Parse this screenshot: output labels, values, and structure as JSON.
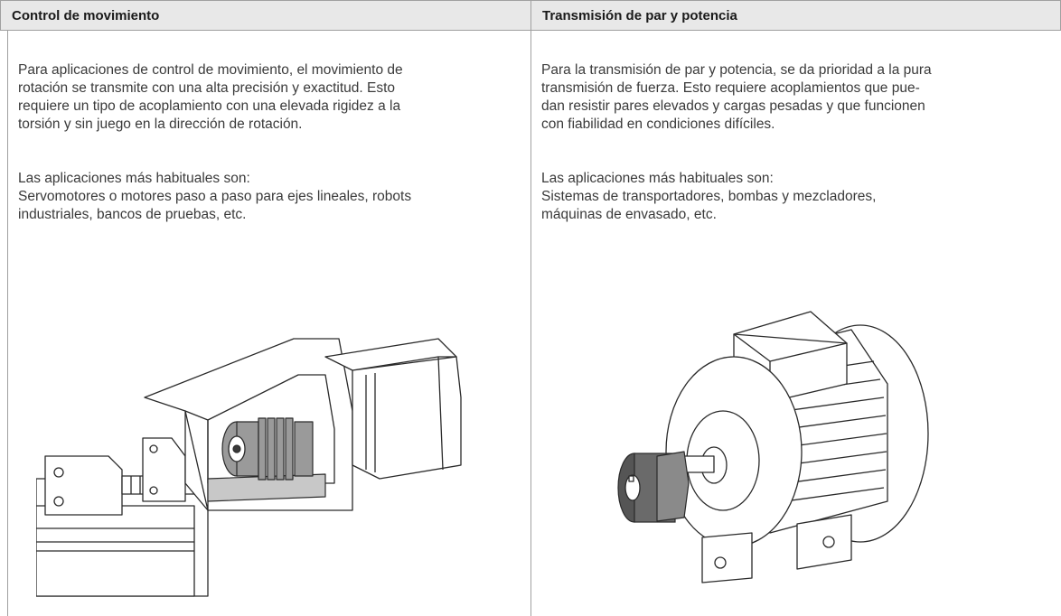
{
  "columns": [
    {
      "title": "Control de movimiento",
      "paragraph1_lines": [
        "Para aplicaciones de control de movimiento, el movimiento de",
        "rotación se transmite con una alta precisión y exactitud. Esto",
        "requiere un tipo de acoplamiento con una elevada rigidez a la",
        "torsión y sin juego en la dirección de rotación."
      ],
      "applications_heading": "Las aplicaciones más habituales son:",
      "applications_lines": [
        "Servomotores o motores paso a paso para ejes lineales, robots",
        "industriales, bancos de pruebas, etc."
      ],
      "illustration": "servo-motor-linear-axis-with-bellows-coupling"
    },
    {
      "title": "Transmisión de par y potencia",
      "paragraph1_lines": [
        "Para la transmisión de par y potencia, se da prioridad a la pura",
        "transmisión de fuerza. Esto requiere acoplamientos que pue-",
        "dan resistir pares elevados y cargas pesadas y que funcionen",
        "con fiabilidad en condiciones difíciles."
      ],
      "applications_heading": "Las aplicaciones más habituales son:",
      "applications_lines": [
        "Sistemas de transportadores, bombas y mezcladores,",
        "máquinas de envasado, etc."
      ],
      "illustration": "electric-motor-with-jaw-coupling"
    }
  ]
}
